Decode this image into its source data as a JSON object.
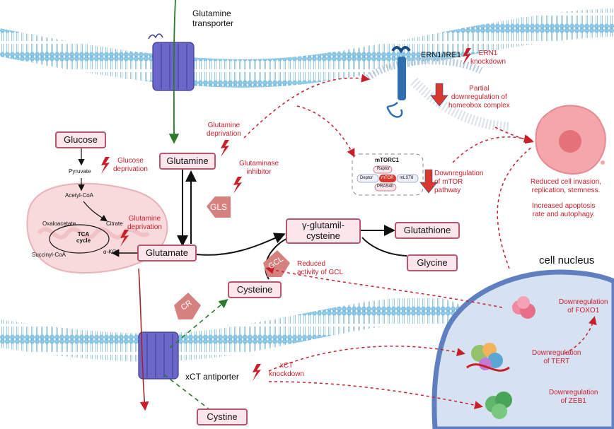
{
  "labels": {
    "glutamine_transporter": "Glutamine\ntransporter",
    "xct_antiporter": "xCT antiporter",
    "cell_nucleus": "cell nucleus",
    "ern1": "ERN1/IRE1",
    "mtorc1": "mTORC1",
    "raptor": "Raptor",
    "deptor": "Deptor",
    "mtor": "mTOR",
    "mlst8": "mLST8",
    "pras40": "PRAS40",
    "pyruvate": "Pyruvate",
    "acetyl_coa": "Acetyl-CoA",
    "oxaloacetate": "Oxaloacetate",
    "citrate": "Citrate",
    "tca": "TCA\ncycle",
    "succinyl_coa": "Succinyl-CoA",
    "akg": "α-KG",
    "gls": "GLS",
    "gcl": "GCL",
    "cr": "CR"
  },
  "boxes": {
    "glucose": "Glucose",
    "glutamine": "Glutamine",
    "glutamate": "Glutamate",
    "gamma_glutamyl": "γ-glutamil-\ncysteine",
    "glutathione": "Glutathione",
    "glycine": "Glycine",
    "cysteine": "Cysteine",
    "cystine": "Cystine"
  },
  "annotations": {
    "glutamine_deprivation_top": "Glutamine\ndeprivation",
    "glutaminase_inhibitor": "Glutaminase\ninhibitor",
    "glucose_deprivation": "Glucose\ndeprivation",
    "glutamine_deprivation_mito": "Glutamine\ndeprivation",
    "ern1_knockdown": "ERN1\nknockdown",
    "partial_downregulation": "Partial\ndownregulation of\nhomeobox complex",
    "downregulation_mtor": "Downregulation\nof mTOR\npathway",
    "reduced_invasion": "Reduced cell invasion,\nreplication, stemness.",
    "increased_apoptosis": "Increased apoptosis\nrate and autophagy.",
    "reduced_gcl": "Reduced\nactivity of GCL",
    "xct_knockdown": "xCT\nknockdown",
    "down_foxo1": "Downregulation\nof FOXO1",
    "down_tert": "Downregulation\nof TERT",
    "down_zeb1": "Downregulation\nof ZEB1"
  },
  "colors": {
    "box_fill": "#fbe6ec",
    "box_border": "#b5566f",
    "red_text": "#c8202a",
    "membrane": "#9ed3ec",
    "transporter": "#6b68c9",
    "nucleus": "#d6e1f1",
    "nuclear_envelope": "#5f7fc0",
    "mito": "#f9dadc"
  }
}
